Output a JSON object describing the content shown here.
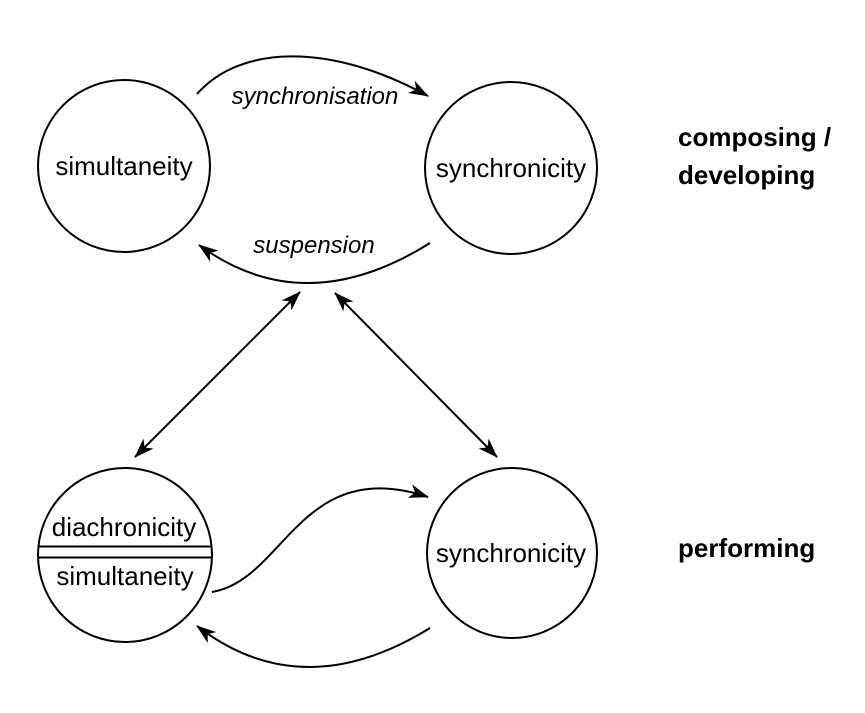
{
  "colors": {
    "background": "#ffffff",
    "ink": "#000000"
  },
  "top_row": {
    "left_node_label": "simultaneity",
    "right_node_label": "synchronicity",
    "forward_arrow_label": "synchronisation",
    "back_arrow_label": "suspension",
    "row_label_line1": "composing /",
    "row_label_line2": "developing"
  },
  "bottom_row": {
    "left_node_top_label": "diachronicity",
    "left_node_bottom_label": "simultaneity",
    "right_node_label": "synchronicity",
    "row_label": "performing"
  }
}
